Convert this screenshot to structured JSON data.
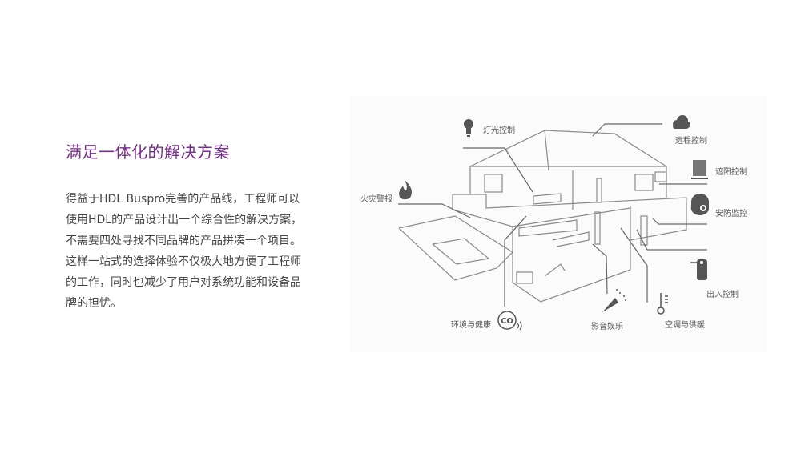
{
  "title": "满足一体化的解决方案",
  "body": "得益于HDL Buspro完善的产品线，工程师可以使用HDL的产品设计出一个综合性的解决方案，不需要四处寻找不同品牌的产品拼凑一个项目。这样一站式的选择体验不仅极大地方便了工程师的工作，同时也减少了用户对系统功能和设备品牌的担忧。",
  "diagram": {
    "labels": {
      "lighting": "灯光控制",
      "remote": "远程控制",
      "shading": "遮阳控制",
      "security": "安防监控",
      "fire": "火灾警报",
      "access": "出入控制",
      "environment": "环境与健康",
      "entertainment": "影音娱乐",
      "hvac": "空调与供暖"
    },
    "co_icon_text": "CO",
    "colors": {
      "title": "#7b2d8e",
      "line": "#8a8a8a",
      "icon": "#555555"
    }
  }
}
